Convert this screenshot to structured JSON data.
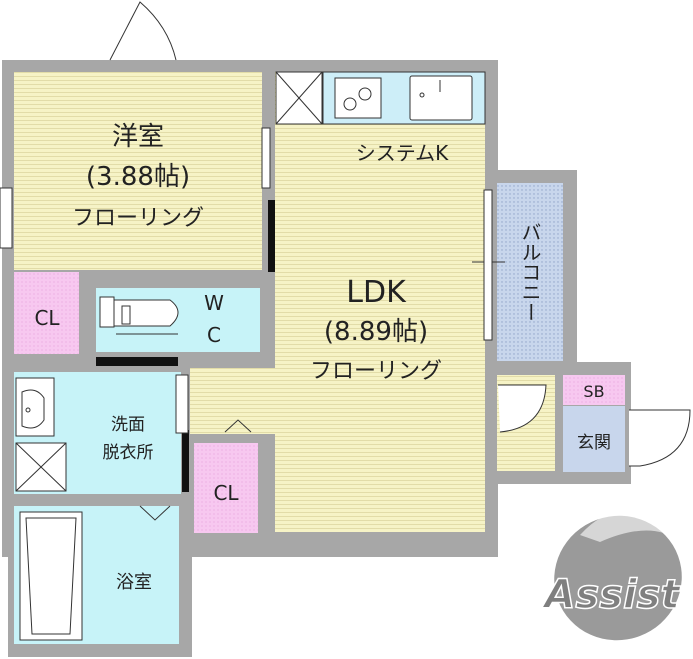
{
  "rooms": {
    "western": {
      "name": "洋室",
      "size": "(3.88帖)",
      "floor": "フローリング"
    },
    "ldk": {
      "name": "LDK",
      "size": "(8.89帖)",
      "floor": "フローリング"
    },
    "kitchen": {
      "name": "システムK"
    },
    "balcony": {
      "name": "バルコニー"
    },
    "wc": {
      "line1": "W",
      "line2": "C"
    },
    "washroom": {
      "line1": "洗面",
      "line2": "脱衣所"
    },
    "bath": {
      "name": "浴室"
    },
    "closet_left": {
      "name": "CL"
    },
    "closet_lower": {
      "name": "CL"
    },
    "shoebox": {
      "name": "SB"
    },
    "entrance": {
      "name": "玄関"
    }
  },
  "logo": {
    "text": "Assist"
  },
  "colors": {
    "wall": "#a7a7a7",
    "floor_wood": "#f6f3c6",
    "floor_line": "#d9d29a",
    "wet_area": "#c7f3f8",
    "closet": "#f7c8f0",
    "balcony": "#c8d6ec",
    "kitchen_counter": "#cdeef8",
    "window_black": "#111111",
    "logo": "#9a9a9a"
  }
}
